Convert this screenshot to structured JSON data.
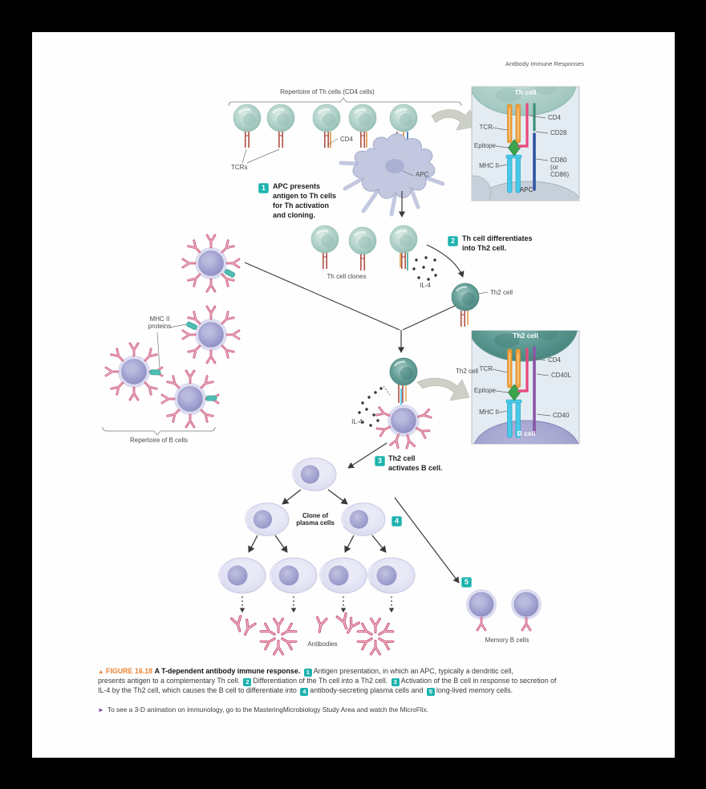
{
  "page": {
    "running_head": "Antibody Immune Responses",
    "caption": {
      "marker": "▲",
      "figure_label": "FIGURE 16.18",
      "title": "A T-dependent antibody immune response.",
      "badge1": "1",
      "seg1": "Antigen presentation, in which an APC, typically a dendritic cell,",
      "seg2": "presents antigen to a complementary Th cell.",
      "badge2": "2",
      "seg3": "Differentiation of the Th cell into a Th2 cell.",
      "badge3": "3",
      "seg4": "Activation of the B cell in response to secretion of",
      "seg5": "IL-4 by the Th2 cell, which causes the B cell to differentiate into",
      "badge4": "4",
      "seg6": "antibody-secreting plasma cells and",
      "badge5": "5",
      "seg7": "long-lived memory cells."
    },
    "note": {
      "marker": "►",
      "text": "To see a 3-D animation on immunology, go to the MasteringMicrobiology Study Area and watch the MicroFlix."
    }
  },
  "diagram": {
    "labels": {
      "th_repertoire": "Repertoire of Th cells (CD4 cells)",
      "tcrs": "TCRs",
      "cd4": "CD4",
      "apc": "APC",
      "th_cell_clones": "Th cell clones",
      "il4": "IL-4",
      "th2_cell": "Th2 cell",
      "mhc_ii_proteins": "MHC II\nproteins",
      "b_repertoire": "Repertoire of B cells",
      "clone_of_plasma": "Clone of\nplasma cells",
      "antibodies": "Antibodies",
      "memory_b_cells": "Memory B cells"
    },
    "steps": {
      "s1": {
        "num": "1",
        "text": "APC presents\nantigen to Th cells\nfor Th activation\nand cloning."
      },
      "s2": {
        "num": "2",
        "text": "Th cell differentiates\ninto Th2 cell."
      },
      "s3": {
        "num": "3",
        "text": "Th2 cell\nactivates B cell."
      },
      "s4": {
        "num": "4"
      },
      "s5": {
        "num": "5"
      }
    },
    "inset_th_apc": {
      "title": "Th cell",
      "tcr": "TCR",
      "epitope": "Epitope",
      "mhc_ii": "MHC II",
      "cd4": "CD4",
      "cd28": "CD28",
      "cd80": "CD80\n(or\nCD86)",
      "bottom_cell": "APC"
    },
    "inset_th2_b": {
      "title": "Th2 cell",
      "tcr": "TCR",
      "epitope": "Epitope",
      "mhc_ii": "MHC II",
      "cd4": "CD4",
      "cd40l": "CD40L",
      "cd40": "CD40",
      "bottom_cell": "B cell"
    }
  },
  "colors": {
    "step_badge_teal": "#1db3ae",
    "figure_label_orange": "#ee8434",
    "antibody_pink": "#c9567a",
    "th_cell_teal": "#a9cec7",
    "th2_cell_teal": "#5f9c95",
    "b_cell_purple": "#9a9ace",
    "note_marker_purple": "#7a4ba0"
  }
}
